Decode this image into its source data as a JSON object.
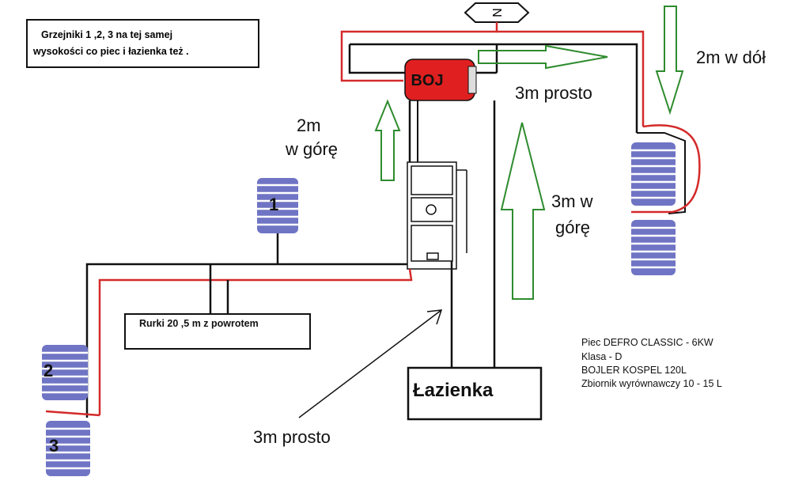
{
  "note_box": {
    "line1": "Grzejniki  1 ,2, 3 na tej samej",
    "line2": "wysokości co piec i łazienka też ."
  },
  "compass": {
    "label": "N"
  },
  "boiler": {
    "label": "BOJ"
  },
  "labels": {
    "up_2m_line1": "2m",
    "up_2m_line2": "w górę",
    "straight_3m_top": "3m prosto",
    "up_3m_line1": "3m w",
    "up_3m_line2": "górę",
    "down_2m": "2m w dół",
    "straight_3m_bottom": "3m  prosto"
  },
  "pipes_box": {
    "label": "Rurki 20 ,5 m z powrotem"
  },
  "bathroom": {
    "label": "Łazienka"
  },
  "radiators": [
    {
      "number": "1"
    },
    {
      "number": "2"
    },
    {
      "number": "3"
    }
  ],
  "specs": [
    "Piec  DEFRO  CLASSIC - 6KW",
    "Klasa - D",
    "BOJLER KOSPEL 120L",
    "Zbiornik wyrównawczy 10 - 15 L"
  ],
  "colors": {
    "pipe_red": "#d42a2a",
    "pipe_black": "#111111",
    "arrow_green": "#2e8b2e",
    "radiator_blue": "#6f74c4",
    "boiler_red": "#e02020"
  }
}
